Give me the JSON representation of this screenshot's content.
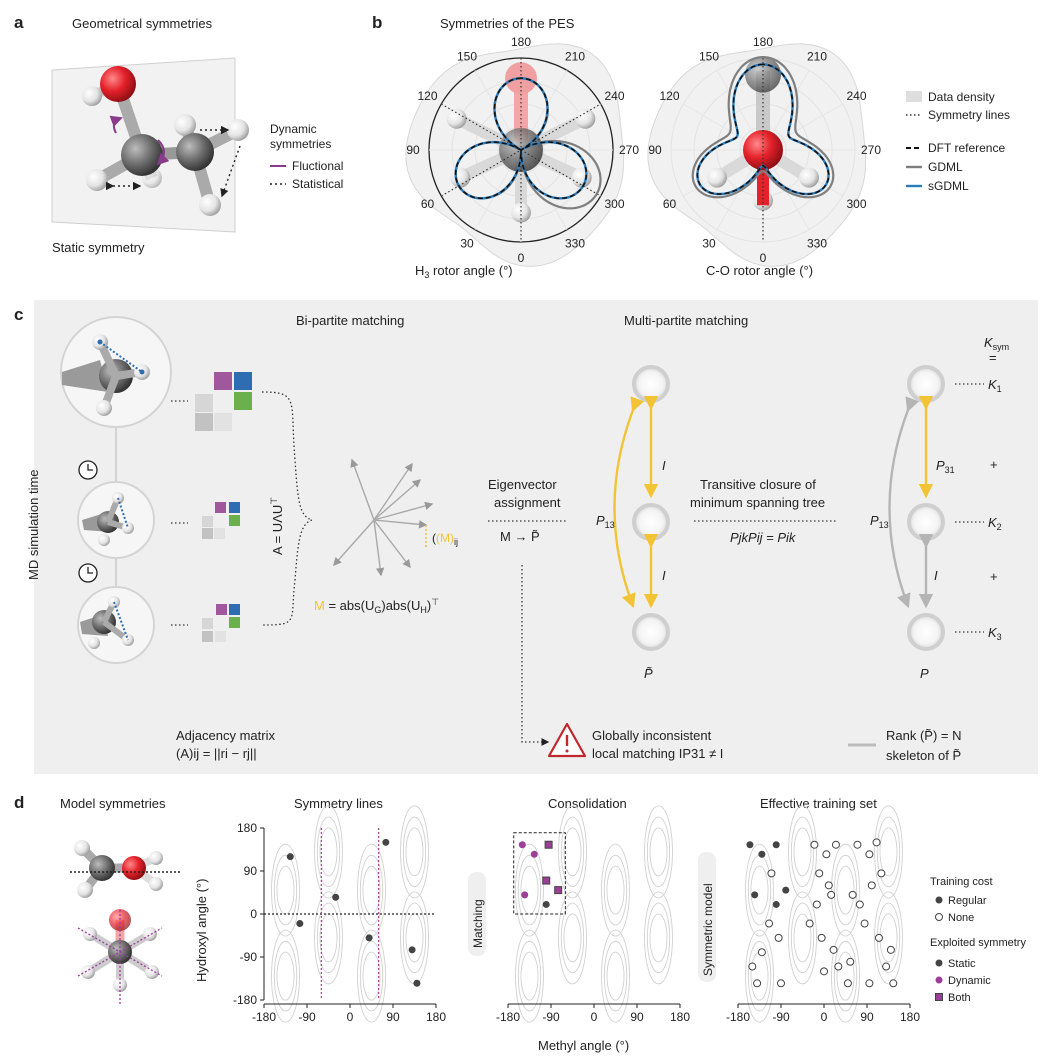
{
  "panel_a": {
    "letter": "a",
    "title": "Geometrical symmetries",
    "dynamic_title_1": "Dynamic",
    "dynamic_title_2": "symmetries",
    "legend_fluctional": "Fluctional",
    "legend_statistical": "Statistical",
    "static_label": "Static symmetry",
    "colors": {
      "fluctional": "#8a3a8a",
      "oxygen": "#e5212b",
      "carbon": "#6b6b6b"
    }
  },
  "panel_b": {
    "letter": "b",
    "title": "Symmetries of the PES",
    "angle_ticks": [
      "180",
      "210",
      "240",
      "270",
      "300",
      "330",
      "0",
      "30",
      "60",
      "90",
      "120",
      "150"
    ],
    "xlabel_left_prefix": "H",
    "xlabel_left_sub": "3",
    "xlabel_left_suffix": " rotor angle (°)",
    "xlabel_right": "C-O rotor angle (°)",
    "legend": [
      "Data density",
      "Symmetry lines",
      "DFT reference",
      "GDML",
      "sGDML"
    ],
    "colors": {
      "gdml": "#7f7f7f",
      "sgdml": "#2b7bba",
      "density": "#e3e3e3"
    }
  },
  "panel_c": {
    "letter": "c",
    "title_bipartite": "Bi-partite matching",
    "title_multipartite": "Multi-partite matching",
    "md_time": "MD simulation time",
    "a_formula": "A = UΛU",
    "a_formula_sup": "⊤",
    "m_label_1": "(M)",
    "m_label_sub": "ij",
    "m_formula": "M = abs(U",
    "eig_1": "Eigenvector",
    "eig_2": "assignment",
    "eig_3": "M → P̃",
    "trans_1": "Transitive closure of",
    "trans_2": "minimum spanning tree",
    "trans_3": "PjkPij = Pik",
    "p13": "P",
    "p13_sub": "13",
    "p31_sub": "31",
    "i_label": "I",
    "ptilde": "P̃",
    "p": "P",
    "ksym_1": "K",
    "ksym_sub": "sym",
    "ksym_eq": "=",
    "k1": "K",
    "k1_sub": "1",
    "k2_sub": "2",
    "k3_sub": "3",
    "plus": "+",
    "adj_1": "Adjacency matrix",
    "adj_2": "(A)ij = ||ri − rj||",
    "warn_1": "Globally inconsistent",
    "warn_2": "local matching IP31 ≠ I",
    "rank_1": "Rank (P̃) = N",
    "rank_2": "skeleton of P̃",
    "colors": {
      "yellow": "#f2c435",
      "purple": "#a0579b",
      "blue": "#2e6db2",
      "green": "#6ab04c",
      "bg": "#efefef"
    }
  },
  "panel_d": {
    "letter": "d",
    "title_model": "Model symmetries",
    "title_lines": "Symmetry lines",
    "title_consol": "Consolidation",
    "title_eff": "Effective training set",
    "ylabel": "Hydroxyl angle (°)",
    "xlabel": "Methyl angle (°)",
    "y_ticks": [
      "180",
      "90",
      "0",
      "-90",
      "-180"
    ],
    "x_ticks": [
      "-180",
      "-90",
      "0",
      "90",
      "180"
    ],
    "matching_tag": "Matching",
    "symmetric_tag": "Symmetric model",
    "cost_title": "Training cost",
    "cost_regular": "Regular",
    "cost_none": "None",
    "exploit_title": "Exploited symmetry",
    "exploit_static": "Static",
    "exploit_dynamic": "Dynamic",
    "exploit_both": "Both",
    "colors": {
      "static": "#444444",
      "dynamic": "#9b3f97",
      "line": "#a03ca0"
    }
  },
  "chart_data": [
    {
      "type": "scatter",
      "title": "Symmetry lines",
      "xlabel": "Methyl angle (°)",
      "ylabel": "Hydroxyl angle (°)",
      "xlim": [
        -180,
        180
      ],
      "ylim": [
        -180,
        180
      ],
      "series": [
        {
          "name": "Static",
          "x": [
            -125,
            -105,
            -30,
            40,
            75,
            130,
            140
          ],
          "y": [
            120,
            -20,
            35,
            -50,
            150,
            -75,
            -145
          ]
        }
      ]
    },
    {
      "type": "scatter",
      "title": "Consolidation",
      "xlabel": "Methyl angle (°)",
      "ylim": [
        -180,
        180
      ],
      "xlim": [
        -180,
        180
      ],
      "series": [
        {
          "name": "Static",
          "x": [
            -100
          ],
          "y": [
            20
          ]
        },
        {
          "name": "Dynamic",
          "x": [
            -150,
            -125,
            -145
          ],
          "y": [
            145,
            125,
            40
          ]
        },
        {
          "name": "Both",
          "x": [
            -95,
            -100,
            -75
          ],
          "y": [
            145,
            70,
            50
          ]
        }
      ]
    },
    {
      "type": "scatter",
      "title": "Effective training set",
      "xlabel": "Methyl angle (°)",
      "xlim": [
        -180,
        180
      ],
      "ylim": [
        -180,
        180
      ],
      "series": [
        {
          "name": "Regular",
          "x": [
            -155,
            -130,
            -100,
            -145,
            -100,
            -80
          ],
          "y": [
            145,
            125,
            145,
            40,
            20,
            50
          ]
        },
        {
          "name": "None",
          "x": [
            -110,
            -115,
            -95,
            -130,
            -140,
            -150,
            -90,
            -20,
            5,
            25,
            -10,
            10,
            -15,
            15,
            -30,
            -5,
            20,
            50,
            70,
            95,
            110,
            120,
            100,
            75,
            60,
            85,
            115,
            140,
            130,
            95,
            145,
            55,
            30,
            0
          ],
          "y": [
            85,
            -20,
            -50,
            -80,
            -145,
            -110,
            -145,
            145,
            125,
            145,
            85,
            60,
            20,
            40,
            -20,
            -50,
            -75,
            -145,
            145,
            125,
            150,
            85,
            60,
            20,
            40,
            -20,
            -50,
            -75,
            -110,
            -145,
            -145,
            -100,
            -110,
            -120
          ]
        }
      ]
    }
  ]
}
